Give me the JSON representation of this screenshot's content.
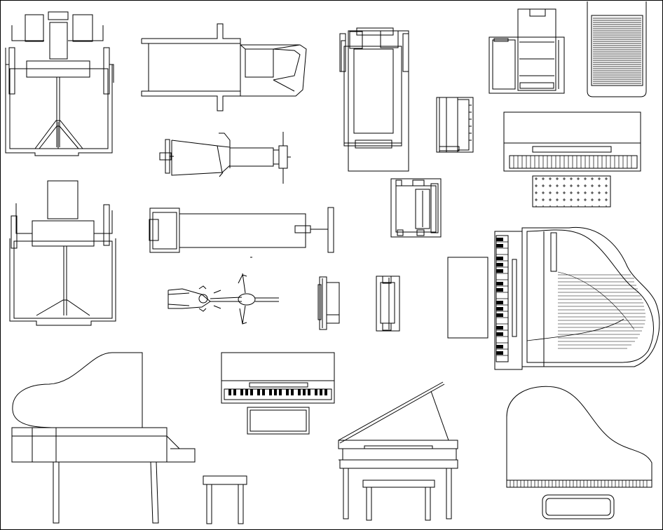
{
  "drawing": {
    "background": "#ffffff",
    "stroke": "#000000",
    "symbols": [
      {
        "name": "weight-machine-top"
      },
      {
        "name": "weight-bench-top"
      },
      {
        "name": "treadmill-top"
      },
      {
        "name": "upright-piano-top"
      },
      {
        "name": "equipment-cabinet"
      },
      {
        "name": "slatted-panel"
      },
      {
        "name": "piano-bench-top"
      },
      {
        "name": "incline-bench-top"
      },
      {
        "name": "upright-piano-front"
      },
      {
        "name": "weight-machine-top-2"
      },
      {
        "name": "leg-press-top"
      },
      {
        "name": "keyboard-bench-top"
      },
      {
        "name": "grand-piano-top"
      },
      {
        "name": "exercise-bike-top"
      },
      {
        "name": "small-bench-top"
      },
      {
        "name": "small-bench-top-2"
      },
      {
        "name": "table-rectangle"
      },
      {
        "name": "grand-piano-side"
      },
      {
        "name": "piano-stool-side"
      },
      {
        "name": "upright-piano-front-2"
      },
      {
        "name": "grand-piano-front-open"
      },
      {
        "name": "grand-piano-plan"
      }
    ]
  }
}
